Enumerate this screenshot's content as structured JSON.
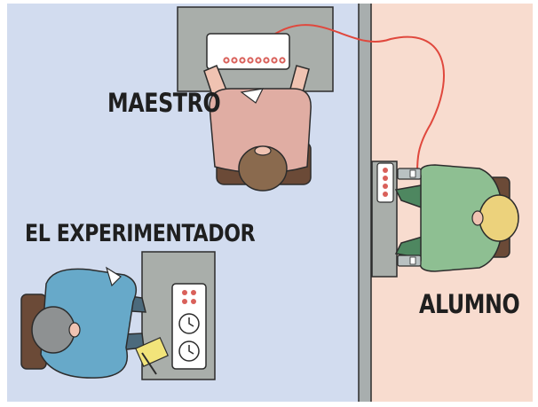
{
  "labels": {
    "teacher": "MAESTRO",
    "experimenter": "EL EXPERIMENTADOR",
    "learner": "ALUMNO"
  },
  "colors": {
    "room_left": "#d2dcef",
    "room_right": "#f8dccf",
    "wall": "#a8aeae",
    "table": "#a9aeaa",
    "outline": "#2c2c2c",
    "wire": "#e0483d",
    "light": "#d9605a",
    "teacher_shirt": "#e0ada3",
    "teacher_hair": "#8a6a4e",
    "experimenter_coat": "#67a9c9",
    "experimenter_hair": "#8e9192",
    "learner_shirt": "#8ebf92",
    "learner_hair": "#ecd27c",
    "chair": "#6b4a37",
    "paper": "#f2e47a"
  },
  "icons": [
    "shock-generator-icon",
    "timer-clock-icon",
    "control-panel-icon",
    "restraint-strap-icon"
  ]
}
